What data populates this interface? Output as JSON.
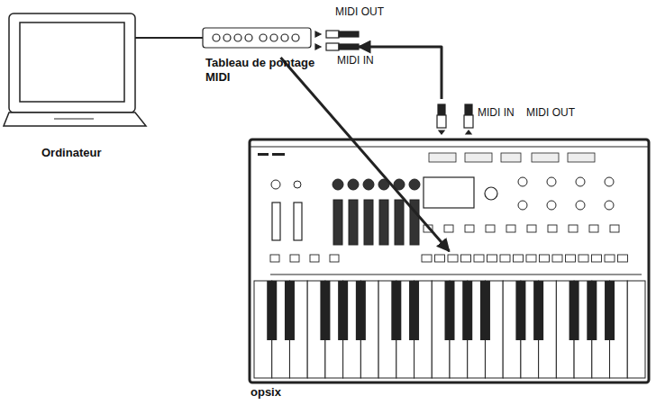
{
  "diagram": {
    "nodes": [
      {
        "text": [
          "Ordinateur"
        ]
      },
      {
        "text": [
          "Tableau de pontage MIDI"
        ]
      },
      {
        "text": [
          "opsix"
        ]
      }
    ],
    "edges": [
      {
        "from": 0,
        "to": 1,
        "arrow": "none"
      },
      {
        "from": 1,
        "to": 2,
        "arrow": "to"
      },
      {
        "from": 2,
        "to": 1,
        "arrow": "to"
      }
    ],
    "labels": [
      "MIDI OUT",
      "MIDI IN",
      "MIDI IN",
      "MIDI OUT"
    ]
  }
}
